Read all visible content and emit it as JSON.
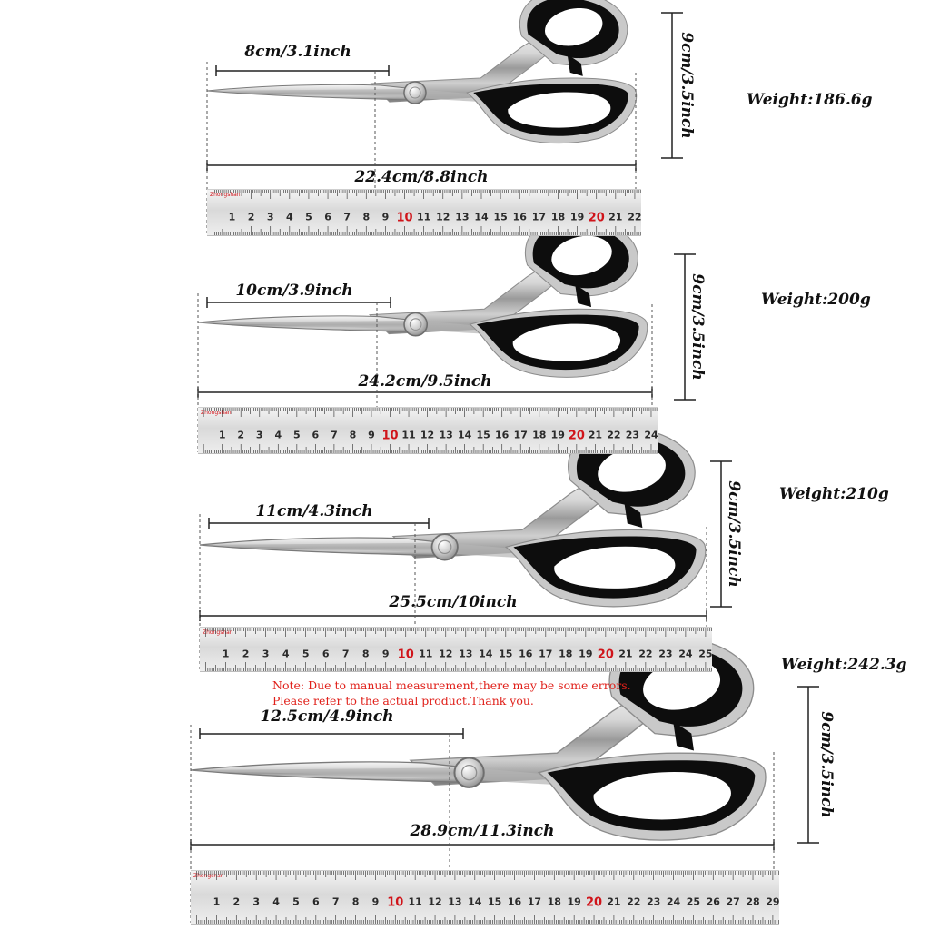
{
  "colors": {
    "dimension_line": "#222222",
    "note_text": "#e0201a",
    "ruler_red": "#d0141a",
    "handle": "#0d0d0d"
  },
  "ruler_logo": "Zhongshan",
  "note": {
    "line1": "Note: Due to manual measurement,there may be some errors.",
    "line2": "Please refer to the actual product.Thank you."
  },
  "items": [
    {
      "blade_length": "8cm/3.1inch",
      "total_length": "22.4cm/8.8inch",
      "height": "9cm/3.5inch",
      "weight": "Weight:186.6g",
      "ruler_max": 22,
      "red_marks": [
        10,
        20
      ]
    },
    {
      "blade_length": "10cm/3.9inch",
      "total_length": "24.2cm/9.5inch",
      "height": "9cm/3.5inch",
      "weight": "Weight:200g",
      "ruler_max": 24,
      "red_marks": [
        10,
        20
      ]
    },
    {
      "blade_length": "11cm/4.3inch",
      "total_length": "25.5cm/10inch",
      "height": "9cm/3.5inch",
      "weight": "Weight:210g",
      "ruler_max": 25,
      "red_marks": [
        10,
        20
      ]
    },
    {
      "blade_length": "12.5cm/4.9inch",
      "total_length": "28.9cm/11.3inch",
      "height": "9cm/3.5inch",
      "weight": "Weight:242.3g",
      "ruler_max": 29,
      "red_marks": [
        10,
        20
      ]
    }
  ]
}
